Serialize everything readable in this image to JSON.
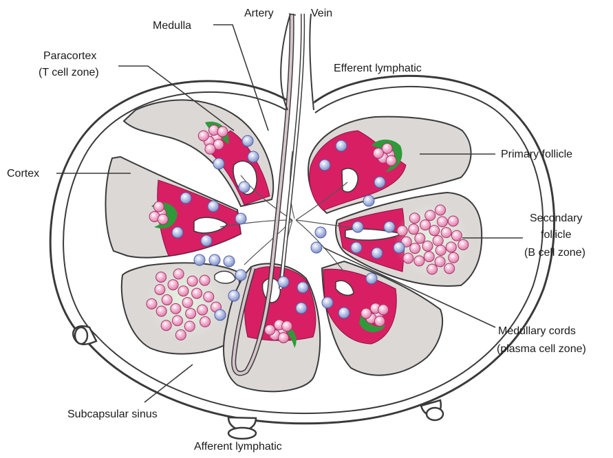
{
  "labels": {
    "artery": "Artery",
    "vein": "Vein",
    "medulla": "Medulla",
    "paracortex_1": "Paracortex",
    "paracortex_2": "(T cell zone)",
    "efferent": "Efferent lymphatic",
    "cortex": "Cortex",
    "primary_follicle": "Primary follicle",
    "secondary_1": "Secondary",
    "secondary_2": "follicle",
    "secondary_3": "(B cell zone)",
    "medullary_1": "Medullary cords",
    "medullary_2": "(plasma cell zone)",
    "subcapsular": "Subcapsular sinus",
    "afferent": "Afferent lymphatic"
  },
  "colors": {
    "capsule": "#3a3a3a",
    "lobule": "#dcd8d6",
    "paracortex": "#d81f63",
    "b_cell": "#f2a9cb",
    "t_cell": "#b9c4e6",
    "germinal": "#2e9a3a",
    "germinal_halo": "#cfeccf"
  }
}
